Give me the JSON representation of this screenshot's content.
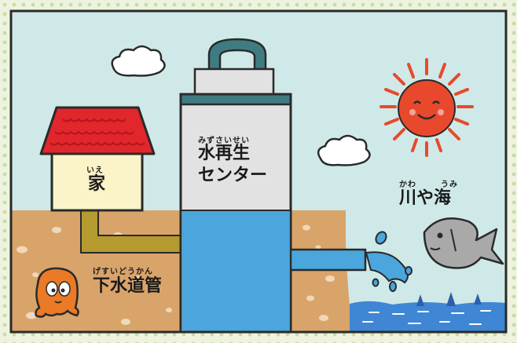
{
  "colors": {
    "frame_border": "#2a2a2a",
    "frame_dots": "#c9dba4",
    "frame_bg": "#eef3df",
    "sky": "#cfe9e8",
    "ground": "#d9a46a",
    "ground_stones": "#f0d8b8",
    "pipe": "#b59a2f",
    "house_wall": "#fbf4c8",
    "roof": "#e1262c",
    "tower": "#e2e2e2",
    "tower_band": "#3f7c82",
    "water": "#4aa6dd",
    "sea": "#3f86d4",
    "sun": "#e8492c",
    "fish": "#a9a9a9"
  },
  "icons": [
    "cloud-icon",
    "sun-icon",
    "fish-icon",
    "sewer-mascot-icon",
    "water-splash-icon"
  ],
  "labels": {
    "house": {
      "ruby": "いえ",
      "text": "家"
    },
    "center": {
      "ruby": "みずさいせい",
      "line1": "水再生",
      "line2": "センター"
    },
    "river_sea": {
      "ruby_river": "かわ",
      "ruby_sea": "うみ",
      "text": "川や海"
    },
    "sewer": {
      "ruby": "げすいどうかん",
      "text": "下水道管"
    }
  }
}
